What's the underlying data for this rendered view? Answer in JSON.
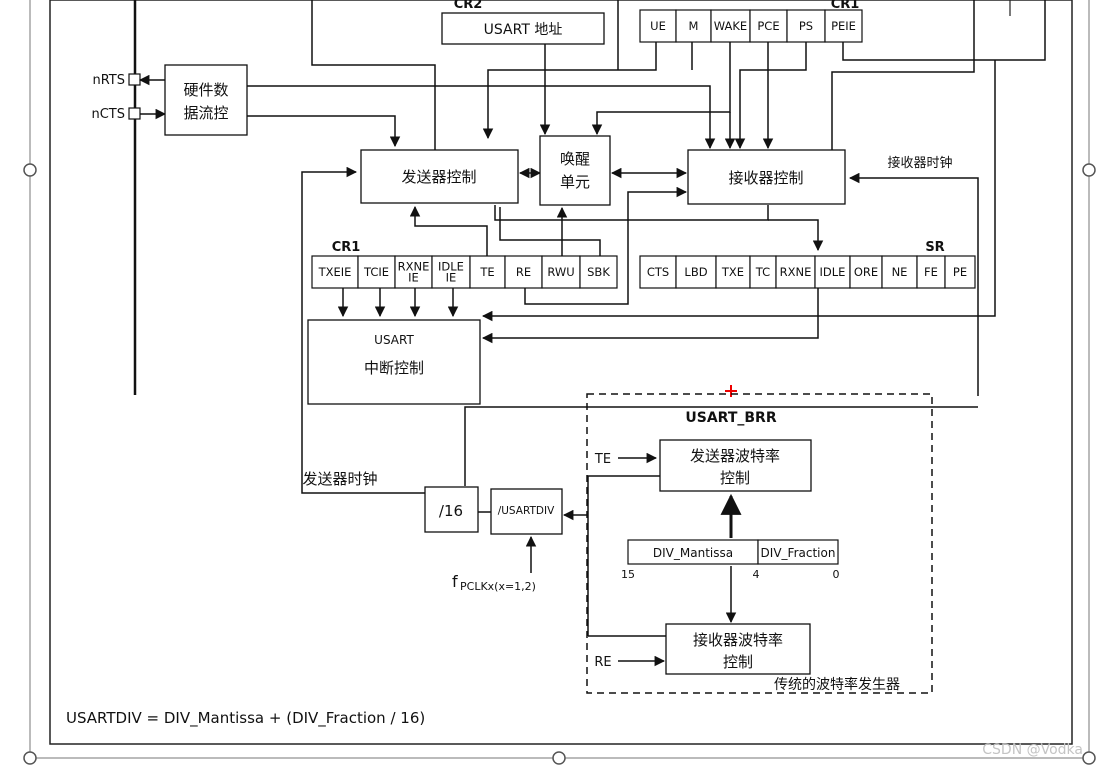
{
  "cr2": {
    "label": "CR2",
    "box": "USART 地址"
  },
  "cr1_top": {
    "label": "CR1",
    "bits": [
      "UE",
      "M",
      "WAKE",
      "PCE",
      "PS",
      "PEIE"
    ]
  },
  "cr1_bottom": {
    "label": "CR1",
    "bits": [
      "TXEIE",
      "TCIE",
      "RXNE IE",
      "IDLE IE",
      "TE",
      "RE",
      "RWU",
      "SBK"
    ]
  },
  "sr": {
    "label": "SR",
    "bits": [
      "CTS",
      "LBD",
      "TXE",
      "TC",
      "RXNE",
      "IDLE",
      "ORE",
      "NE",
      "FE",
      "PE"
    ]
  },
  "pins": {
    "nrts": "nRTS",
    "ncts": "nCTS"
  },
  "blocks": {
    "flow_control": [
      "硬件数",
      "据流控"
    ],
    "tx_control": "发送器控制",
    "wakeup": [
      "唤醒",
      "单元"
    ],
    "rx_control": "接收器控制",
    "usart_interrupt_title": "USART",
    "usart_interrupt": "中断控制",
    "div16": "/16",
    "usartdiv": "/USARTDIV",
    "tx_baud": [
      "发送器波特率",
      "控制"
    ],
    "rx_baud": [
      "接收器波特率",
      "控制"
    ]
  },
  "labels": {
    "rx_clock": "接收器时钟",
    "tx_clock": "发送器时钟",
    "brr_title": "USART_BRR",
    "te_in": "TE",
    "re_in": "RE",
    "fpclk_main": "f",
    "fpclk_sub": "PCLKx(x=1,2)",
    "div_mantissa": "DIV_Mantissa",
    "div_fraction": "DIV_Fraction",
    "bit_15": "15",
    "bit_4": "4",
    "bit_0": "0",
    "generator": "传统的波特率发生器",
    "formula": "USARTDIV = DIV_Mantissa + (DIV_Fraction / 16)",
    "watermark": "CSDN @Vodka"
  }
}
